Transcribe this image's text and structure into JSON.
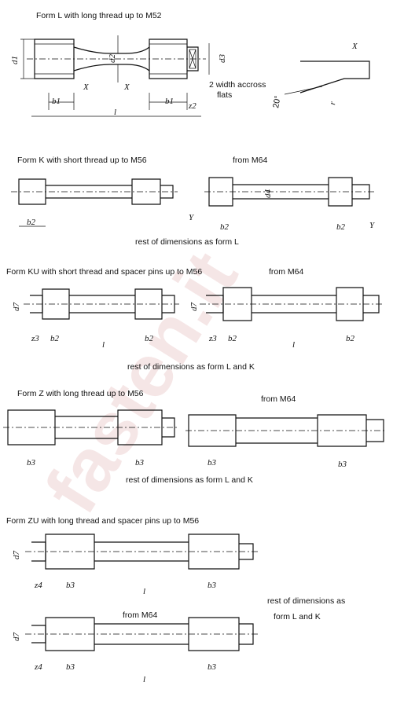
{
  "watermark": "fasten.it",
  "sections": {
    "form_l": {
      "title": "Form L with long thread up to M52",
      "note_flats": "2 width accross",
      "note_flats_2": "flats",
      "detail_letter": "X",
      "detail_angle": "20°",
      "detail_r": "r",
      "section_marks": [
        "X",
        "X"
      ]
    },
    "form_k": {
      "title": "Form K with short thread up to M56",
      "subtitle_m64": "from M64",
      "footer": "rest of dimensions as form L",
      "section_marks": [
        "Y",
        "Y"
      ]
    },
    "form_ku": {
      "title": "Form KU with short thread and spacer pins up to M56",
      "subtitle_m64": "from M64",
      "footer": "rest of dimensions as form L and K"
    },
    "form_z": {
      "title": "Form Z with long thread up to M56",
      "subtitle_m64": "from M64",
      "footer": "rest of dimensions as form L and K"
    },
    "form_zu": {
      "title": "Form ZU with long thread and spacer pins up to M56",
      "subtitle_m64": "from M64",
      "footer_1": "rest of dimensions as",
      "footer_2": "form L and K"
    }
  },
  "dims": {
    "d1": "d1",
    "d2": "d2",
    "d3": "d3",
    "d4": "d4",
    "d7": "d7",
    "b1": "b1",
    "b2": "b2",
    "b3": "b3",
    "z2": "z2",
    "z3": "z3",
    "z4": "z4",
    "l": "l"
  }
}
